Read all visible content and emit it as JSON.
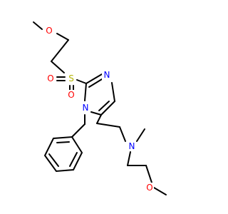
{
  "molecule": {
    "atom_labels": {
      "ether_oxygen_top": "O",
      "sulfonyl_sulfur": "S",
      "sulfonyl_oxygen_left": "O",
      "sulfonyl_oxygen_bottom": "O",
      "imidazole_n3": "N",
      "imidazole_n1": "N",
      "amine_nitrogen": "N",
      "ether_oxygen_bottom": "O"
    },
    "colors": {
      "bond": "#000000",
      "carbon": "#000000",
      "oxygen": "#ff0000",
      "nitrogen": "#0000ff",
      "sulfur": "#b2b200"
    }
  }
}
